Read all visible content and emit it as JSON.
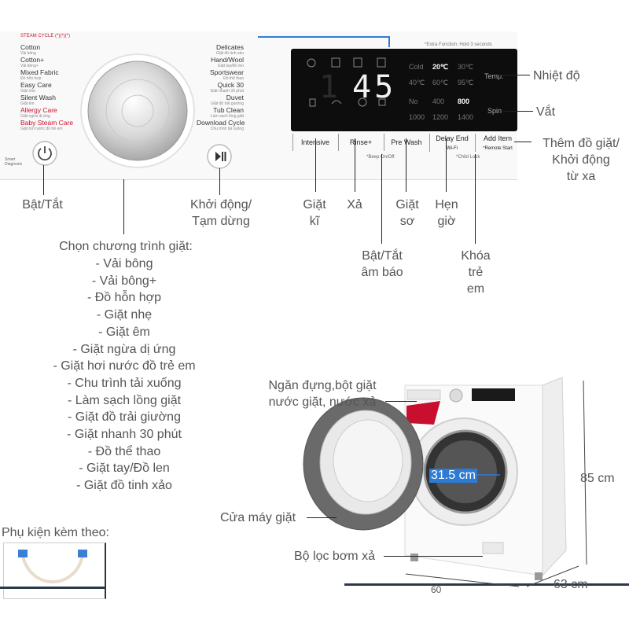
{
  "panel": {
    "top_note": "STEAM CYCLE (*)(*)(*)",
    "extra_note": "*Extra Function: Hold 3 seconds",
    "left_programs": [
      {
        "name": "Cotton",
        "sub": "Vải bông",
        "red": false
      },
      {
        "name": "Cotton+",
        "sub": "Vải bông+",
        "red": false
      },
      {
        "name": "Mixed Fabric",
        "sub": "Đồ hỗn hợp",
        "red": false
      },
      {
        "name": "Easy Care",
        "sub": "Giặt nhẹ",
        "red": false
      },
      {
        "name": "Silent Wash",
        "sub": "Giặt êm",
        "red": false
      },
      {
        "name": "Allergy Care",
        "sub": "Giặt ngừa dị ứng",
        "red": true
      },
      {
        "name": "Baby Steam Care",
        "sub": "Giặt hơi nước đồ trẻ em",
        "red": true
      }
    ],
    "right_programs": [
      {
        "name": "Delicates",
        "sub": "Giặt đồ tinh xảo"
      },
      {
        "name": "Hand/Wool",
        "sub": "Giặt tay/Đồ len"
      },
      {
        "name": "Sportswear",
        "sub": "Đồ thể thao"
      },
      {
        "name": "Quick 30",
        "sub": "Giặt nhanh 30 phút"
      },
      {
        "name": "Duvet",
        "sub": "Giặt đồ trải giường"
      },
      {
        "name": "Tub Clean",
        "sub": "Làm sạch lồng giặt"
      },
      {
        "name": "Download Cycle",
        "sub": "Chu trình tải xuống"
      }
    ],
    "smart_diag": "Smart Diagnosis",
    "display": {
      "time": "45",
      "temps": [
        "Cold",
        "20℃",
        "30℃",
        "40℃",
        "60℃",
        "95℃"
      ],
      "spins": [
        "No",
        "400",
        "800",
        "1000",
        "1200",
        "1400"
      ],
      "temp_btn": "Temp.",
      "spin_btn": "Spin"
    },
    "buttons": [
      "Intensive",
      "Rinse+",
      "Pre Wash",
      "Delay End",
      "Add Item"
    ],
    "btn_subs": {
      "delay": "Wi-Fi",
      "add": "*Remote Start"
    },
    "under_notes": {
      "beep": "*Beep On/Off",
      "child": "*Child Lock"
    }
  },
  "labels": {
    "temperature": "Nhiệt độ",
    "spin": "Vắt",
    "add_item": "Thêm đồ giặt/\nKhởi động\ntừ xa",
    "power": "Bật/Tắt",
    "start_pause": "Khởi động/\nTạm dừng",
    "intensive": "Giặt\nkĩ",
    "rinse": "Xả",
    "prewash": "Giặt\nsơ",
    "delay": "Hẹn\ngiờ",
    "beep": "Bật/Tắt\nâm báo",
    "child_lock": "Khóa\ntrẻ\nem",
    "program_title": "Chọn chương trình giặt:"
  },
  "programs_vi": [
    "- Vải bông",
    "- Vải bông+",
    "- Đồ hỗn hợp",
    "- Giặt nhẹ",
    "- Giặt êm",
    "- Giặt ngừa dị ứng",
    "- Giặt hơi nước đồ trẻ em",
    "- Chu trình tải xuống",
    "- Làm sạch lồng giặt",
    "- Giặt đồ trải giường",
    "- Giặt nhanh 30 phút",
    "- Đồ thể thao",
    "- Giặt tay/Đồ len",
    "- Giặt đồ tinh xảo"
  ],
  "accessories": "Phụ kiện kèm theo:",
  "machine": {
    "dispenser": "Ngăn đựng,bột giặt\nnước giặt, nước xả",
    "door": "Cửa máy giặt",
    "filter": "Bộ lọc bơm xả",
    "drum_size": "31.5 cm",
    "height": "85 cm",
    "depth": "63 cm",
    "width": "60"
  },
  "colors": {
    "accent_red": "#c8102e",
    "display_bg": "#0d0d0d",
    "blue": "#2e7bd6"
  }
}
